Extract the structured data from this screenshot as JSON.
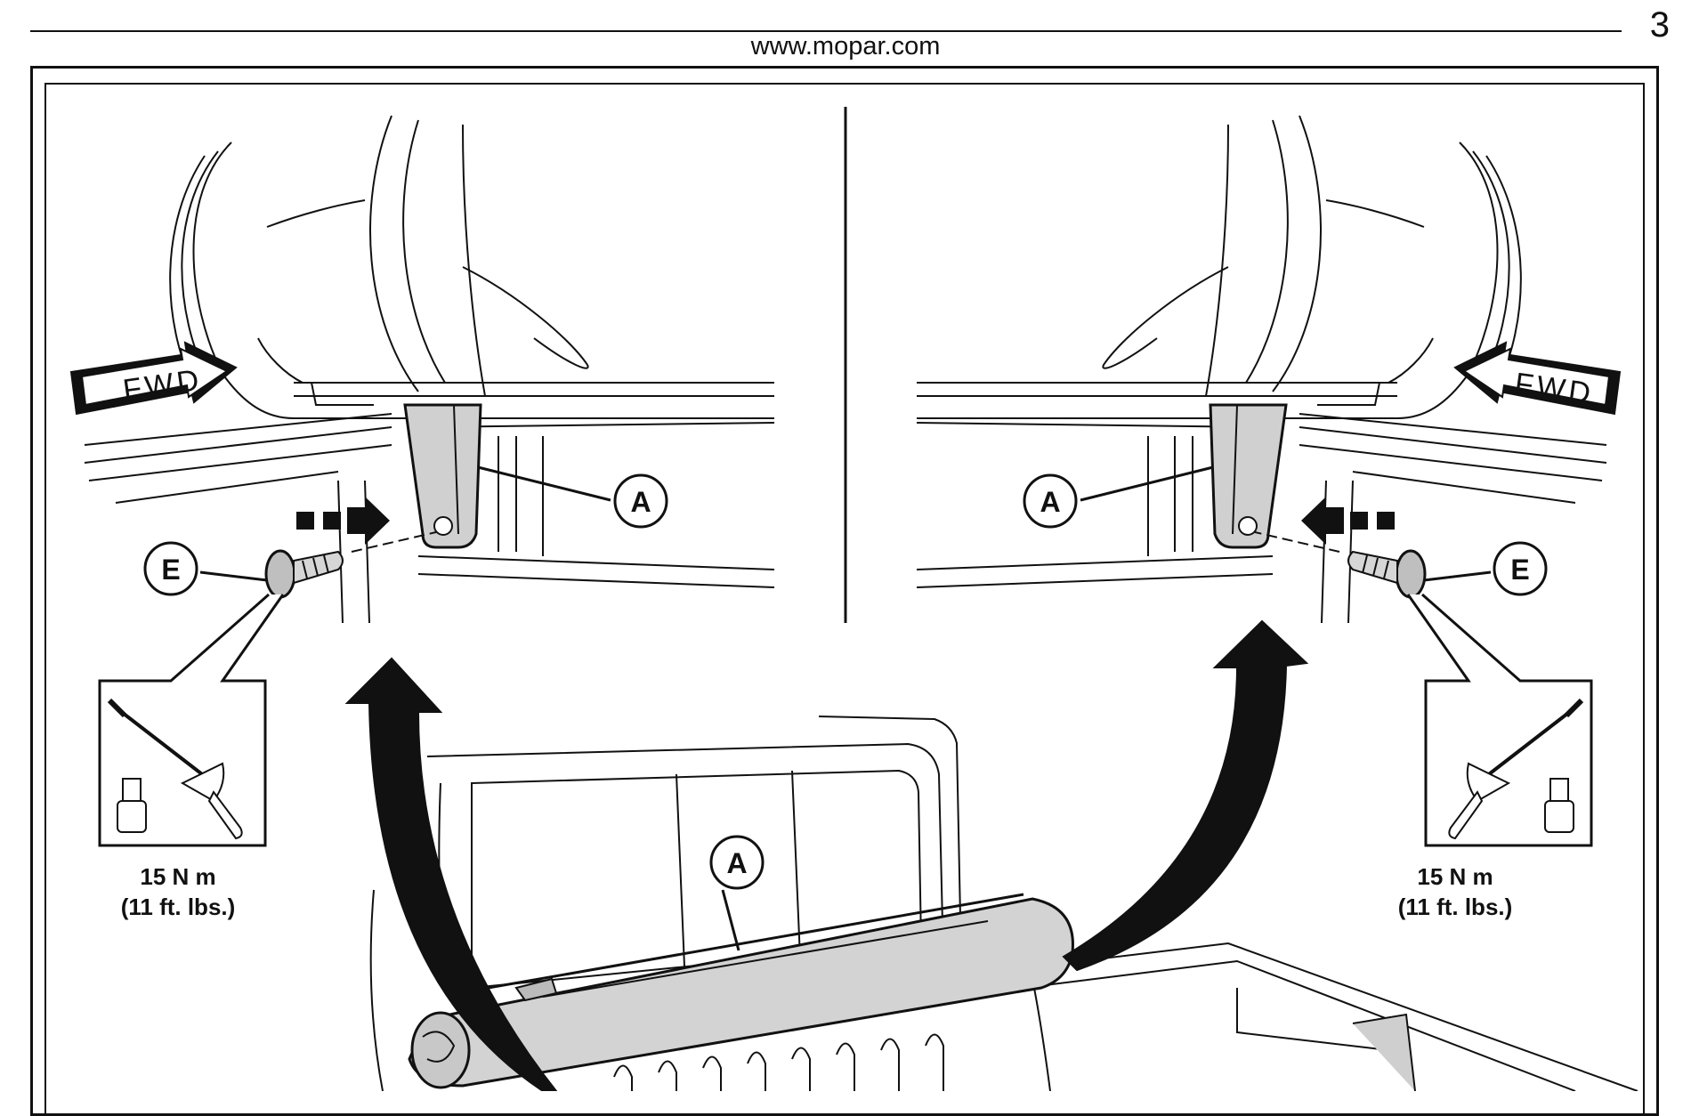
{
  "header": {
    "url": "www.mopar.com",
    "page_number": "3"
  },
  "left_panel": {
    "fwd_label": "FWD",
    "callout_a": "A",
    "callout_e": "E",
    "torque_value": "15 N m",
    "torque_imperial": "(11 ft. lbs.)"
  },
  "right_panel": {
    "fwd_label": "FWD",
    "callout_a": "A",
    "callout_e": "E",
    "torque_value": "15 N m",
    "torque_imperial": "(11 ft. lbs.)"
  },
  "bottom_panel": {
    "callout_a": "A"
  }
}
